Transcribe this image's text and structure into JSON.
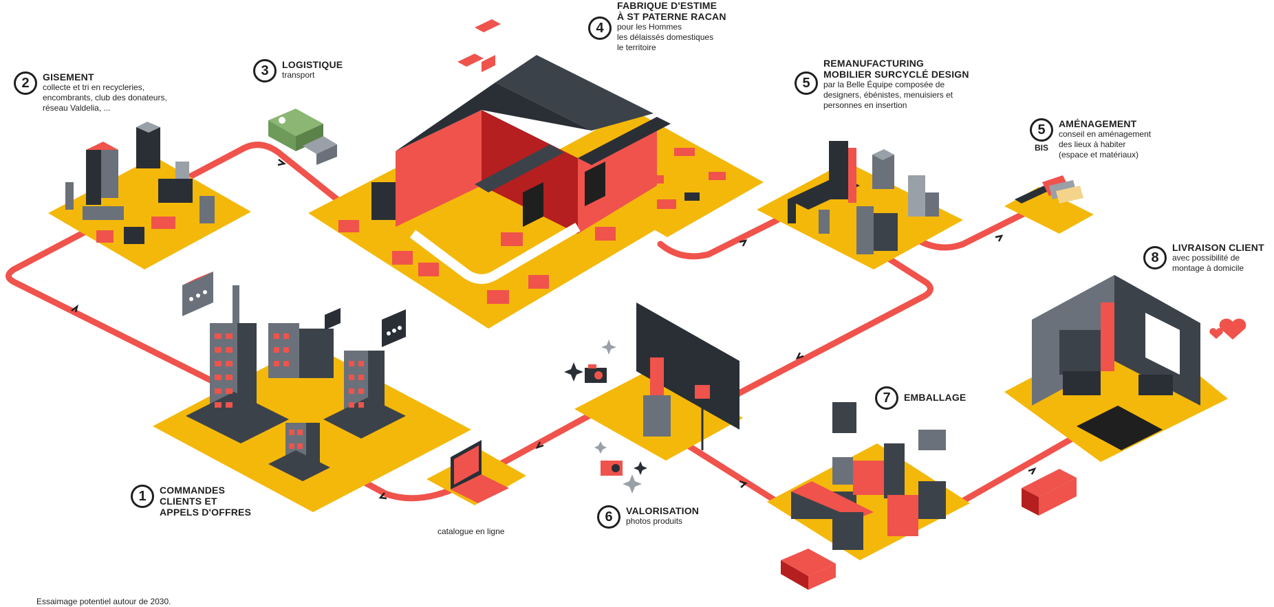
{
  "colors": {
    "yellow": "#f4b80a",
    "red": "#ef534c",
    "dark_red": "#b51f1f",
    "dark": "#2a2f36",
    "grey": "#6b717a",
    "light_grey": "#9aa0a7",
    "green": "#6e9a5a",
    "path": "#ef534c"
  },
  "steps": [
    {
      "id": "commandes",
      "number": "1",
      "title_lines": [
        "COMMANDES",
        "CLIENTS ET",
        "APPELS D'OFFRES"
      ],
      "desc_lines": []
    },
    {
      "id": "gisement",
      "number": "2",
      "title_lines": [
        "GISEMENT"
      ],
      "desc_lines": [
        "collecte et tri en recycleries,",
        "encombrants, club des donateurs,",
        "réseau Valdelia, ..."
      ]
    },
    {
      "id": "logistique",
      "number": "3",
      "title_lines": [
        "LOGISTIQUE"
      ],
      "desc_lines": [
        "transport"
      ]
    },
    {
      "id": "fabrique",
      "number": "4",
      "title_lines": [
        "FABRIQUE D'ESTIME",
        "À ST PATERNE RACAN"
      ],
      "desc_lines": [
        "pour les Hommes",
        "les délaissés domestiques",
        "le territoire"
      ]
    },
    {
      "id": "remanufacturing",
      "number": "5",
      "title_lines": [
        "REMANUFACTURING",
        "MOBILIER SURCYCLÉ DESIGN"
      ],
      "desc_lines": [
        "par la Belle Équipe composée de",
        "designers, ébénistes, menuisiers et",
        "personnes en insertion"
      ]
    },
    {
      "id": "amenagement",
      "number": "5",
      "sub": "BIS",
      "title_lines": [
        "AMÉNAGEMENT"
      ],
      "desc_lines": [
        "conseil en aménagement",
        "des lieux à habiter",
        "(espace et matériaux)"
      ]
    },
    {
      "id": "valorisation",
      "number": "6",
      "title_lines": [
        "VALORISATION"
      ],
      "desc_lines": [
        "photos produits"
      ]
    },
    {
      "id": "emballage",
      "number": "7",
      "title_lines": [
        "EMBALLAGE"
      ],
      "desc_lines": []
    },
    {
      "id": "livraison",
      "number": "8",
      "title_lines": [
        "LIVRAISON CLIENT"
      ],
      "desc_lines": [
        "avec possibilité de",
        "montage à domicile"
      ]
    }
  ],
  "catalogue_label": "catalogue en ligne",
  "footnote": "Essaimage potentiel autour de 2030.",
  "icons": [
    "recycling-truck-icon",
    "warehouse-icon",
    "buildings-icon",
    "laptop-icon",
    "camera-icon",
    "delivery-truck-icon",
    "heart-icon",
    "box-icon",
    "chat-bubble-icon",
    "brick-icon"
  ]
}
